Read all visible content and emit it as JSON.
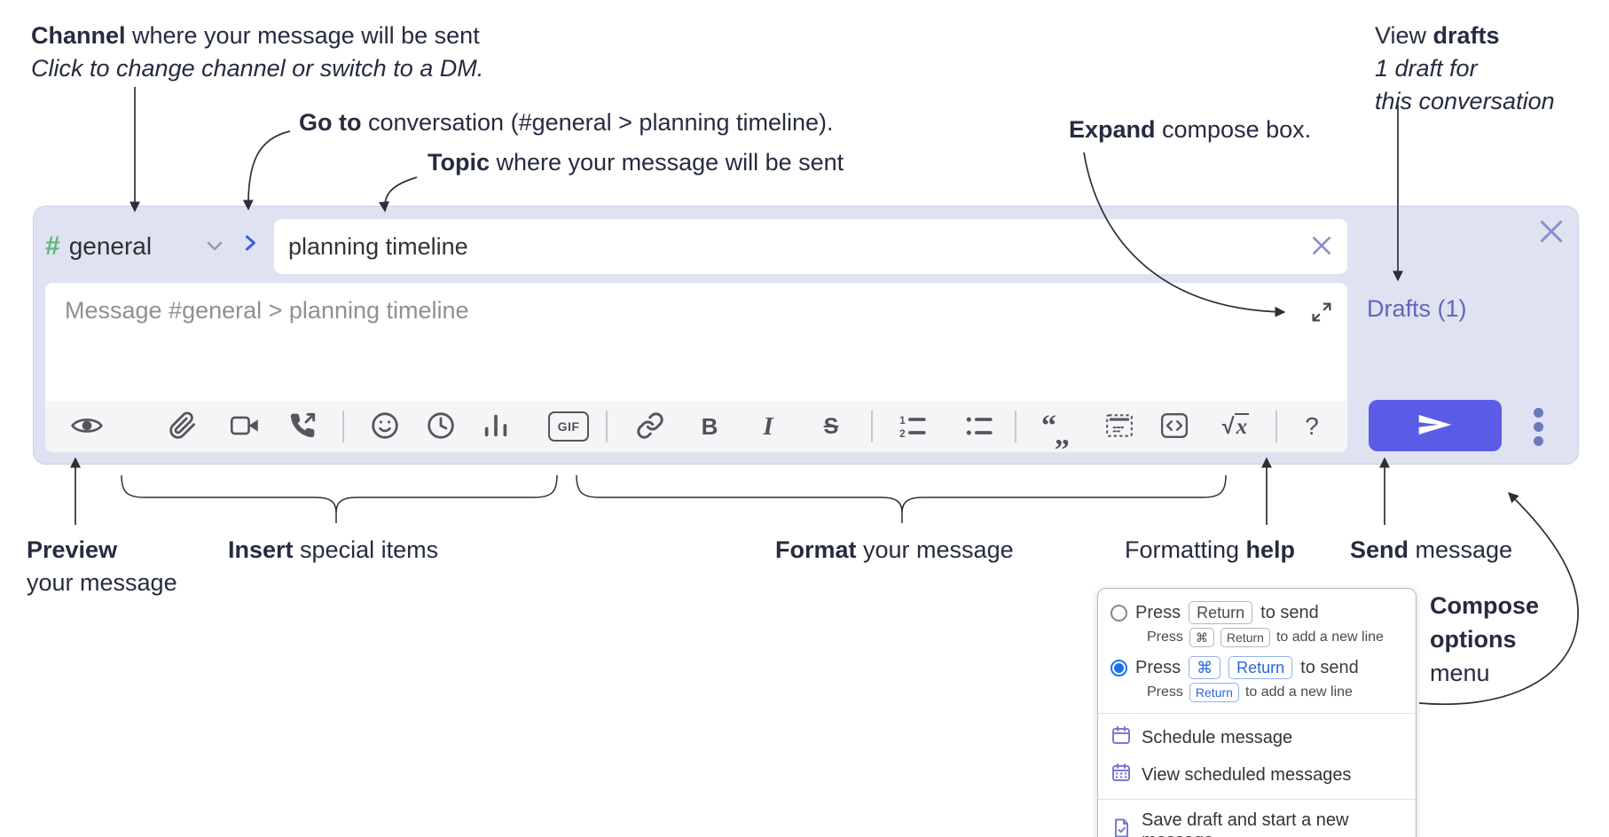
{
  "annotations": {
    "channel_line1_bold": "Channel",
    "channel_line1_rest": " where your message will be sent",
    "channel_line2": "Click to change channel or switch to a DM.",
    "goto_bold": "Go to",
    "goto_rest": " conversation (#general > planning timeline).",
    "topic_bold": "Topic",
    "topic_rest": " where your message will be sent",
    "expand_bold": "Expand",
    "expand_rest": " compose box.",
    "drafts_line1_pre": "View ",
    "drafts_line1_bold": "drafts",
    "drafts_line2": "1 draft for",
    "drafts_line3": "this conversation",
    "preview_bold": "Preview",
    "preview_line2": "your message",
    "insert_bold": "Insert",
    "insert_rest": " special items",
    "format_bold": "Format",
    "format_rest": " your message",
    "help_pre": "Formatting ",
    "help_bold": "help",
    "send_bold": "Send",
    "send_rest": " message",
    "compose_options_line1": "Compose",
    "compose_options_line2": "options",
    "compose_options_line3": "menu"
  },
  "compose": {
    "channel_hash": "#",
    "channel_name": "general",
    "topic_value": "planning timeline",
    "message_placeholder": "Message #general > planning timeline",
    "drafts_link": "Drafts (1)"
  },
  "toolbar": {
    "icons": [
      "preview-eye",
      "attach-paperclip",
      "video-call",
      "voice-call",
      "emoji",
      "time",
      "poll",
      "gif",
      "link",
      "bold",
      "italic",
      "strikethrough",
      "numbered-list",
      "bulleted-list",
      "quote",
      "spoiler",
      "code",
      "math",
      "help"
    ],
    "gif_label": "GIF",
    "bold_label": "B",
    "italic_label": "I",
    "strike_label": "S",
    "math_root": "√",
    "math_x": "x",
    "quote_open": "“",
    "quote_low": "„",
    "help_label": "?"
  },
  "menu": {
    "opt1_press": "Press",
    "opt1_key": "Return",
    "opt1_suffix": "to send",
    "opt1_sub_press": "Press",
    "opt1_sub_key1": "⌘",
    "opt1_sub_key2": "Return",
    "opt1_sub_suffix": "to add a new line",
    "opt2_press": "Press",
    "opt2_key1": "⌘",
    "opt2_key2": "Return",
    "opt2_suffix": "to send",
    "opt2_sub_press": "Press",
    "opt2_sub_key": "Return",
    "opt2_sub_suffix": "to add a new line",
    "item_schedule": "Schedule message",
    "item_view_scheduled": "View scheduled messages",
    "item_save_draft": "Save draft and start a new message"
  },
  "colors": {
    "accent_indigo": "#5b5ce6",
    "lavender_bg": "#dfe2f1",
    "link_purple": "#6366bd",
    "hash_green": "#5fb677",
    "kbd_blue": "#2667e0",
    "radio_blue": "#1a72e8",
    "menu_icon_purple": "#7a79d1",
    "arrow_ink": "#2f2f33"
  }
}
